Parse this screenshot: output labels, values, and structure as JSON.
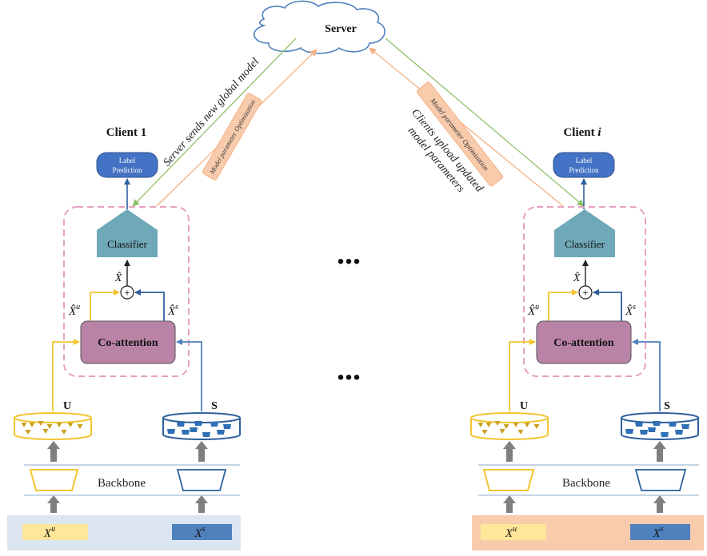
{
  "server": {
    "label": "Server"
  },
  "arrows": {
    "send_label": "Server sends new global model",
    "upload_label_line1": "Clients upload updated",
    "upload_label_line2": "model parameters",
    "optimization_label": "Model parameter Optimization"
  },
  "ellipsis": "...",
  "clients": [
    {
      "title_prefix": "Client ",
      "title_suffix": "1",
      "label_prediction_line1": "Label",
      "label_prediction_line2": "Prediction",
      "classifier": "Classifier",
      "coattention": "Co-attention",
      "x_hat": "X̂",
      "x_hat_u_base": "X̂",
      "x_hat_u_sup": "u",
      "x_hat_s_base": "X̂",
      "x_hat_s_sup": "s",
      "u_label": "U",
      "s_label": "S",
      "backbone": "Backbone",
      "input_u_base": "X",
      "input_u_sup": "u",
      "input_s_base": "X",
      "input_s_sup": "s"
    },
    {
      "title_prefix": "Client ",
      "title_suffix": "i",
      "label_prediction_line1": "Label",
      "label_prediction_line2": "Prediction",
      "classifier": "Classifier",
      "coattention": "Co-attention",
      "x_hat": "X̂",
      "x_hat_u_base": "X̂",
      "x_hat_u_sup": "u",
      "x_hat_s_base": "X̂",
      "x_hat_s_sup": "s",
      "u_label": "U",
      "s_label": "S",
      "backbone": "Backbone",
      "input_u_base": "X",
      "input_u_sup": "u",
      "input_s_base": "X",
      "input_s_sup": "s"
    }
  ],
  "colors": {
    "yellow": "#f2c530",
    "blue": "#4f81bd",
    "dark_blue": "#2e5f9e",
    "classifier_teal": "#6fa8b8",
    "coattention_purple": "#b983a6",
    "label_pred_blue": "#4472c4",
    "dashed_pink": "#e6a0c4",
    "green_arrow": "#8fc16a",
    "orange_arrow": "#f4b183",
    "panel_left": "#dce6f2",
    "panel_right": "#f8cbad"
  }
}
